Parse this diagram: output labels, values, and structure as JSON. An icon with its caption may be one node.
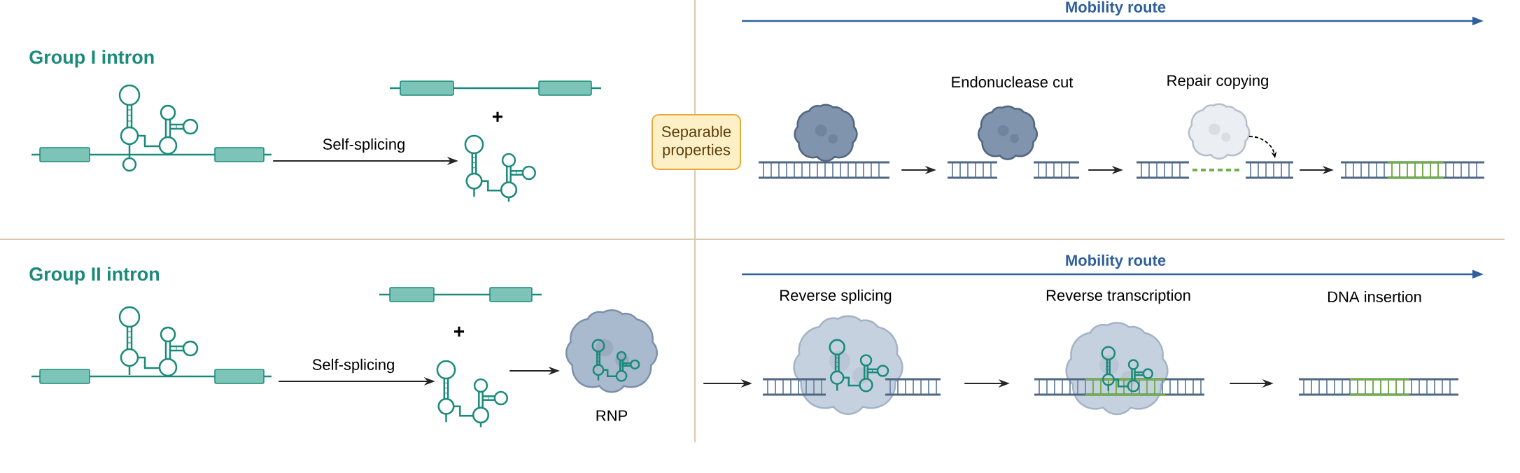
{
  "diagram": {
    "nodes": [
      {
        "text": [],
        "shape": "picture"
      },
      {
        "text": [],
        "shape": "picture"
      },
      {
        "text": [],
        "shape": "picture"
      },
      {
        "text": [
          "Separable properties"
        ]
      },
      {
        "text": [],
        "shape": "picture"
      },
      {
        "text": [
          "Endonuclease cut"
        ]
      },
      {
        "text": [
          "Repair copying"
        ]
      },
      {
        "text": [],
        "shape": "picture"
      },
      {
        "text": [],
        "shape": "picture"
      },
      {
        "text": [],
        "shape": "picture"
      },
      {
        "text": [],
        "shape": "picture"
      },
      {
        "text": [],
        "shape": "picture",
        "beside": [
          "RNP"
        ]
      },
      {
        "text": [
          "Reverse splicing"
        ]
      },
      {
        "text": [
          "Reverse transcription"
        ]
      },
      {
        "text": [
          "DNA insertion"
        ]
      }
    ],
    "edges": [
      {
        "from": 0,
        "to": 2,
        "arrow": "to",
        "label": "Self-splicing"
      },
      {
        "from": 4,
        "to": 5,
        "arrow": "to"
      },
      {
        "from": 5,
        "to": 6,
        "arrow": "to"
      },
      {
        "from": 6,
        "to": 7,
        "arrow": "to"
      },
      {
        "from": 8,
        "to": 10,
        "arrow": "to",
        "label": "Self-splicing"
      },
      {
        "from": 10,
        "to": 11,
        "arrow": "to"
      },
      {
        "from": 11,
        "to": 12,
        "arrow": "to"
      },
      {
        "from": 12,
        "to": 13,
        "arrow": "to"
      },
      {
        "from": 13,
        "to": 14,
        "arrow": "to"
      }
    ],
    "labels": [
      "Group I intron",
      "+",
      "Mobility route",
      "Group II intron",
      "+",
      "Mobility route"
    ]
  }
}
